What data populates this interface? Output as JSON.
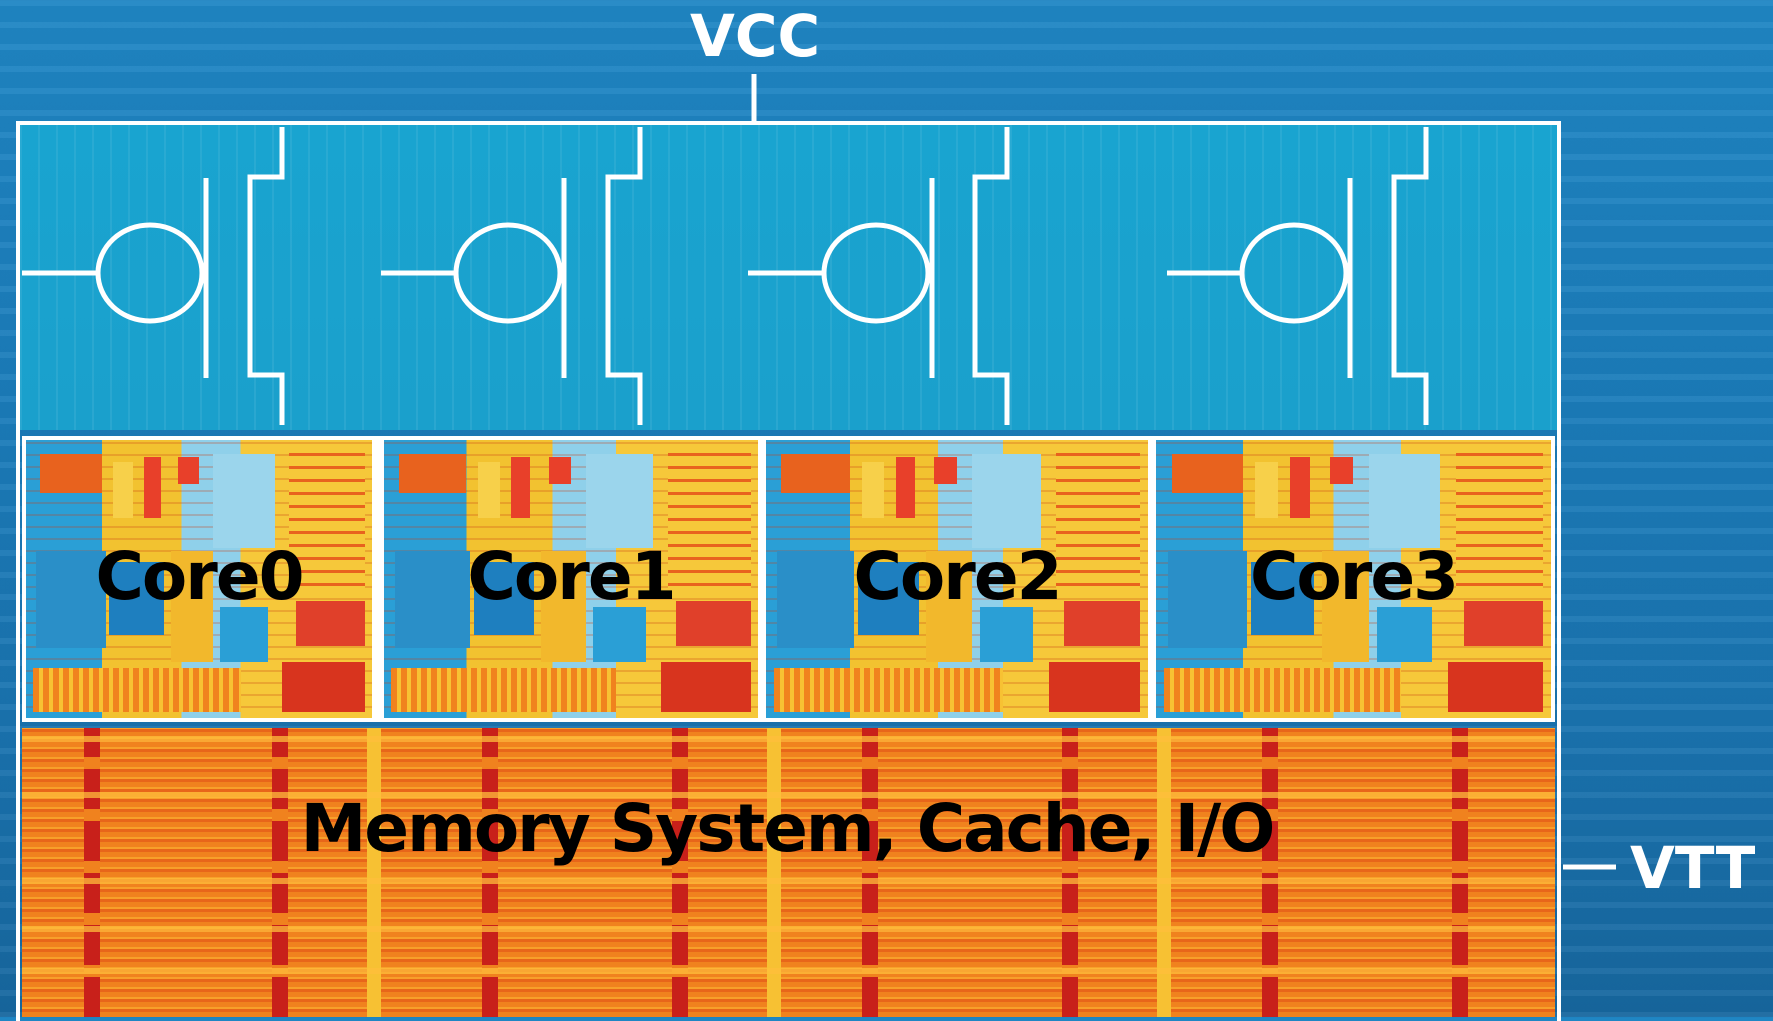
{
  "rails": {
    "top": "VCC",
    "right": "VTT"
  },
  "cores": [
    {
      "label": "Core0"
    },
    {
      "label": "Core1"
    },
    {
      "label": "Core2"
    },
    {
      "label": "Core3"
    }
  ],
  "memory": {
    "label": "Memory System, Cache, I/O"
  },
  "colors": {
    "background": "#1b7cba",
    "power_band": "#1aa2ce",
    "core_yellow": "#f2c230",
    "core_blue": "#2a9fd6",
    "memory_orange": "#ee7a1e",
    "wire": "#ffffff"
  }
}
